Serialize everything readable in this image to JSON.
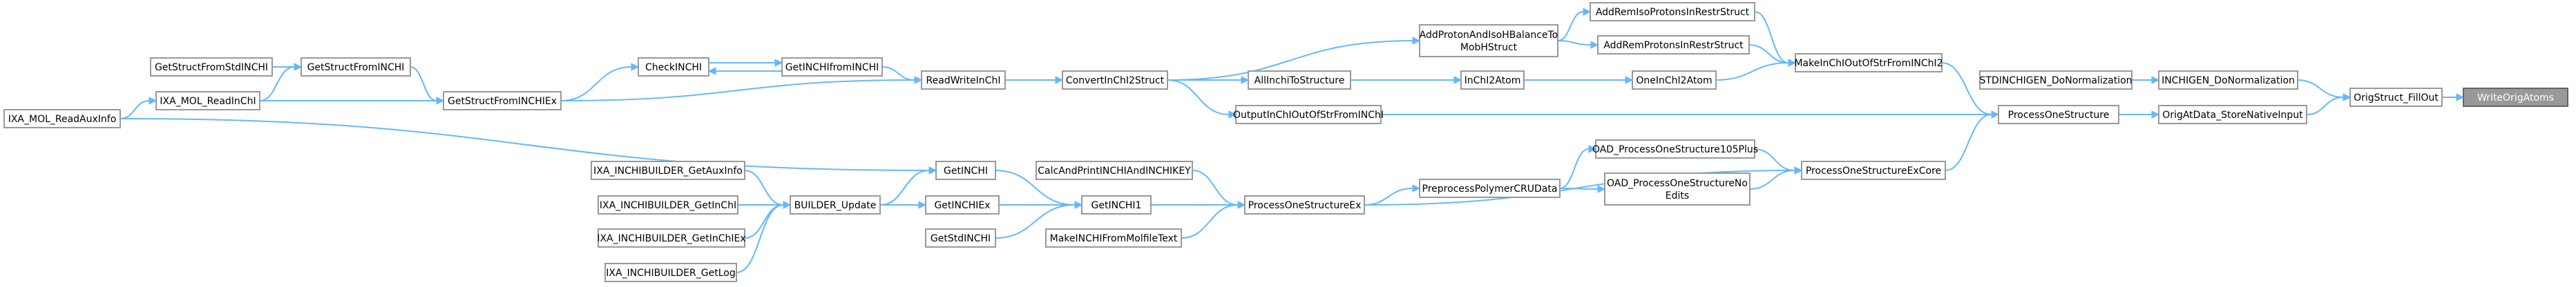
{
  "diagram": {
    "type": "call-graph",
    "root": "n_WriteOrigAtoms",
    "nodes": [
      {
        "id": "n_WriteOrigAtoms",
        "label": "WriteOrigAtoms",
        "root": true
      },
      {
        "id": "n_OrigStruct_FillOut",
        "label": "OrigStruct_FillOut"
      },
      {
        "id": "n_INCHIGEN_DoNormalization",
        "label": "INCHIGEN_DoNormalization"
      },
      {
        "id": "n_OrigAtData_StoreNativeInput",
        "label": "OrigAtData_StoreNativeInput"
      },
      {
        "id": "n_STDINCHIGEN_DoNormalization",
        "label": "STDINCHIGEN_DoNormalization"
      },
      {
        "id": "n_ProcessOneStructure",
        "label": "ProcessOneStructure"
      },
      {
        "id": "n_ProcessOneStructureExCore",
        "label": "ProcessOneStructureExCore"
      },
      {
        "id": "n_MakeInChIOutOfStrFromINChI2",
        "label": "MakeInChIOutOfStrFromINChI2"
      },
      {
        "id": "n_OutputInChIOutOfStrFromINChI",
        "label": "OutputInChIOutOfStrFromINChI"
      },
      {
        "id": "n_AddRemIsoProtonsInRestrStruct",
        "label": "AddRemIsoProtonsInRestrStruct"
      },
      {
        "id": "n_AddRemProtonsInRestrStruct",
        "label": "AddRemProtonsInRestrStruct"
      },
      {
        "id": "n_OneInChI2Atom",
        "label": "OneInChI2Atom"
      },
      {
        "id": "n_AddProtonAndIsoHBalanceToMobHStruct",
        "label_lines": [
          "AddProtonAndIsoHBalanceTo",
          "MobHStruct"
        ]
      },
      {
        "id": "n_InChI2Atom",
        "label": "InChI2Atom"
      },
      {
        "id": "n_ConvertInChI2Struct",
        "label": "ConvertInChI2Struct"
      },
      {
        "id": "n_AllInchiToStructure",
        "label": "AllInchiToStructure"
      },
      {
        "id": "n_ReadWriteInChI",
        "label": "ReadWriteInChI"
      },
      {
        "id": "n_GetINCHIfromINCHI",
        "label": "GetINCHIfromINCHI"
      },
      {
        "id": "n_CheckINCHI",
        "label": "CheckINCHI"
      },
      {
        "id": "n_GetStructFromINCHIEx",
        "label": "GetStructFromINCHIEx"
      },
      {
        "id": "n_GetStructFromINCHI",
        "label": "GetStructFromINCHI"
      },
      {
        "id": "n_GetStructFromStdINCHI",
        "label": "GetStructFromStdINCHI"
      },
      {
        "id": "n_IXA_MOL_ReadInChI",
        "label": "IXA_MOL_ReadInChI"
      },
      {
        "id": "n_IXA_MOL_ReadAuxInfo",
        "label": "IXA_MOL_ReadAuxInfo"
      },
      {
        "id": "n_OAD_ProcessOneStructure105Plus",
        "label": "OAD_ProcessOneStructure105Plus"
      },
      {
        "id": "n_OAD_ProcessOneStructureNoEdits",
        "label_lines": [
          "OAD_ProcessOneStructureNo",
          "Edits"
        ]
      },
      {
        "id": "n_PreprocessPolymerCRUData",
        "label": "PreprocessPolymerCRUData"
      },
      {
        "id": "n_ProcessOneStructureEx",
        "label": "ProcessOneStructureEx"
      },
      {
        "id": "n_CalcAndPrintINCHIAndINCHIKEY",
        "label": "CalcAndPrintINCHIAndINCHIKEY"
      },
      {
        "id": "n_GetINCHI1",
        "label": "GetINCHI1"
      },
      {
        "id": "n_MakeINCHIFromMolfileText",
        "label": "MakeINCHIFromMolfileText"
      },
      {
        "id": "n_GetINCHI",
        "label": "GetINCHI"
      },
      {
        "id": "n_GetINCHIEx",
        "label": "GetINCHIEx"
      },
      {
        "id": "n_GetStdINCHI",
        "label": "GetStdINCHI"
      },
      {
        "id": "n_BUILDER_Update",
        "label": "BUILDER_Update"
      },
      {
        "id": "n_IXA_INCHIBUILDER_GetAuxInfo",
        "label": "IXA_INCHIBUILDER_GetAuxInfo"
      },
      {
        "id": "n_IXA_INCHIBUILDER_GetInChI",
        "label": "IXA_INCHIBUILDER_GetInChI"
      },
      {
        "id": "n_IXA_INCHIBUILDER_GetInChIEx",
        "label": "IXA_INCHIBUILDER_GetInChIEx"
      },
      {
        "id": "n_IXA_INCHIBUILDER_GetLog",
        "label": "IXA_INCHIBUILDER_GetLog"
      }
    ],
    "edges": [
      {
        "from": "n_OrigStruct_FillOut",
        "to": "n_WriteOrigAtoms"
      },
      {
        "from": "n_INCHIGEN_DoNormalization",
        "to": "n_OrigStruct_FillOut"
      },
      {
        "from": "n_OrigAtData_StoreNativeInput",
        "to": "n_OrigStruct_FillOut"
      },
      {
        "from": "n_STDINCHIGEN_DoNormalization",
        "to": "n_INCHIGEN_DoNormalization"
      },
      {
        "from": "n_ProcessOneStructure",
        "to": "n_OrigAtData_StoreNativeInput"
      },
      {
        "from": "n_MakeInChIOutOfStrFromINChI2",
        "to": "n_ProcessOneStructure"
      },
      {
        "from": "n_OutputInChIOutOfStrFromINChI",
        "to": "n_ProcessOneStructure"
      },
      {
        "from": "n_ProcessOneStructureExCore",
        "to": "n_ProcessOneStructure"
      },
      {
        "from": "n_AddRemIsoProtonsInRestrStruct",
        "to": "n_MakeInChIOutOfStrFromINChI2"
      },
      {
        "from": "n_AddRemProtonsInRestrStruct",
        "to": "n_MakeInChIOutOfStrFromINChI2"
      },
      {
        "from": "n_OneInChI2Atom",
        "to": "n_MakeInChIOutOfStrFromINChI2"
      },
      {
        "from": "n_AddProtonAndIsoHBalanceToMobHStruct",
        "to": "n_AddRemIsoProtonsInRestrStruct"
      },
      {
        "from": "n_AddProtonAndIsoHBalanceToMobHStruct",
        "to": "n_AddRemProtonsInRestrStruct"
      },
      {
        "from": "n_InChI2Atom",
        "to": "n_OneInChI2Atom"
      },
      {
        "from": "n_ConvertInChI2Struct",
        "to": "n_AddProtonAndIsoHBalanceToMobHStruct"
      },
      {
        "from": "n_ConvertInChI2Struct",
        "to": "n_AllInchiToStructure"
      },
      {
        "from": "n_ConvertInChI2Struct",
        "to": "n_OutputInChIOutOfStrFromINChI"
      },
      {
        "from": "n_AllInchiToStructure",
        "to": "n_InChI2Atom"
      },
      {
        "from": "n_ReadWriteInChI",
        "to": "n_ConvertInChI2Struct"
      },
      {
        "from": "n_GetINCHIfromINCHI",
        "to": "n_ReadWriteInChI"
      },
      {
        "from": "n_GetStructFromINCHIEx",
        "to": "n_ReadWriteInChI"
      },
      {
        "from": "n_CheckINCHI",
        "to": "n_GetINCHIfromINCHI"
      },
      {
        "from": "n_GetINCHIfromINCHI",
        "to": "n_CheckINCHI"
      },
      {
        "from": "n_GetStructFromINCHIEx",
        "to": "n_CheckINCHI"
      },
      {
        "from": "n_GetStructFromINCHI",
        "to": "n_GetStructFromINCHIEx"
      },
      {
        "from": "n_IXA_MOL_ReadInChI",
        "to": "n_GetStructFromINCHIEx"
      },
      {
        "from": "n_GetStructFromStdINCHI",
        "to": "n_GetStructFromINCHI"
      },
      {
        "from": "n_IXA_MOL_ReadInChI",
        "to": "n_GetStructFromINCHI"
      },
      {
        "from": "n_IXA_MOL_ReadAuxInfo",
        "to": "n_IXA_MOL_ReadInChI"
      },
      {
        "from": "n_OAD_ProcessOneStructure105Plus",
        "to": "n_ProcessOneStructureExCore"
      },
      {
        "from": "n_OAD_ProcessOneStructureNoEdits",
        "to": "n_ProcessOneStructureExCore"
      },
      {
        "from": "n_ProcessOneStructureEx",
        "to": "n_ProcessOneStructureExCore"
      },
      {
        "from": "n_PreprocessPolymerCRUData",
        "to": "n_OAD_ProcessOneStructure105Plus"
      },
      {
        "from": "n_PreprocessPolymerCRUData",
        "to": "n_OAD_ProcessOneStructureNoEdits"
      },
      {
        "from": "n_ProcessOneStructureEx",
        "to": "n_PreprocessPolymerCRUData"
      },
      {
        "from": "n_CalcAndPrintINCHIAndINCHIKEY",
        "to": "n_ProcessOneStructureEx"
      },
      {
        "from": "n_GetINCHI1",
        "to": "n_ProcessOneStructureEx"
      },
      {
        "from": "n_MakeINCHIFromMolfileText",
        "to": "n_ProcessOneStructureEx"
      },
      {
        "from": "n_GetINCHI",
        "to": "n_GetINCHI1"
      },
      {
        "from": "n_GetINCHIEx",
        "to": "n_GetINCHI1"
      },
      {
        "from": "n_GetStdINCHI",
        "to": "n_GetINCHI1"
      },
      {
        "from": "n_BUILDER_Update",
        "to": "n_GetINCHI"
      },
      {
        "from": "n_BUILDER_Update",
        "to": "n_GetINCHIEx"
      },
      {
        "from": "n_IXA_MOL_ReadAuxInfo",
        "to": "n_GetINCHI"
      },
      {
        "from": "n_IXA_INCHIBUILDER_GetAuxInfo",
        "to": "n_BUILDER_Update"
      },
      {
        "from": "n_IXA_INCHIBUILDER_GetInChI",
        "to": "n_BUILDER_Update"
      },
      {
        "from": "n_IXA_INCHIBUILDER_GetInChIEx",
        "to": "n_BUILDER_Update"
      },
      {
        "from": "n_IXA_INCHIBUILDER_GetLog",
        "to": "n_BUILDER_Update"
      }
    ],
    "colors": {
      "edge": "#63b8ff",
      "node_border": "#999999",
      "node_fill": "#ffffff",
      "root_fill": "#999999",
      "root_text": "#ffffff"
    }
  }
}
